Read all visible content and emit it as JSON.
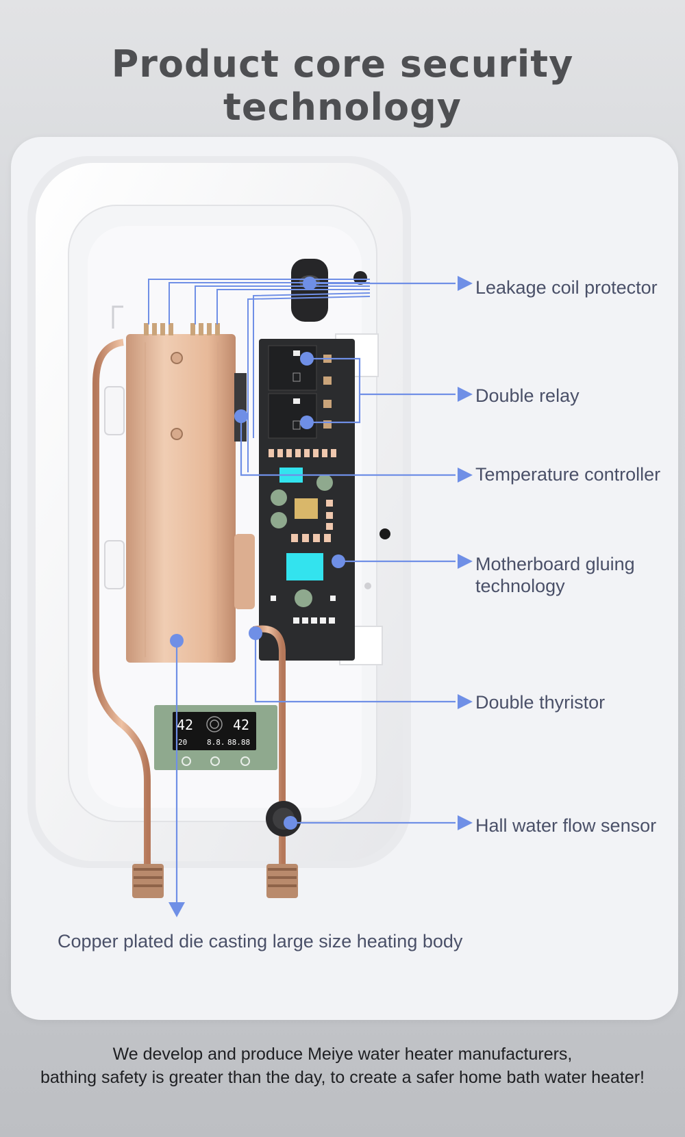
{
  "header": {
    "title": "Product core security technology"
  },
  "labels": {
    "leakage_coil_protector": "Leakage coil protector",
    "double_relay": "Double relay",
    "temperature_controller": "Temperature controller",
    "motherboard_gluing_line1": "Motherboard gluing",
    "motherboard_gluing_line2": "technology",
    "double_thyristor": "Double thyristor",
    "hall_water_flow_sensor": "Hall water flow sensor",
    "heating_body": "Copper plated die casting large size heating body"
  },
  "display": {
    "left_temp": "42",
    "right_temp": "42",
    "small_left": "20",
    "small_mid": "8.8.",
    "small_right": "88.88"
  },
  "footer": {
    "line1": "We develop and produce Meiye water heater manufacturers,",
    "line2": "bathing safety is greater than the day, to create a safer home bath water heater!"
  },
  "colors": {
    "accent_blue": "#6f8fe6",
    "copper": "#e0b597",
    "pcb": "#2b2c2e",
    "chip_cyan": "#33e3ee"
  }
}
